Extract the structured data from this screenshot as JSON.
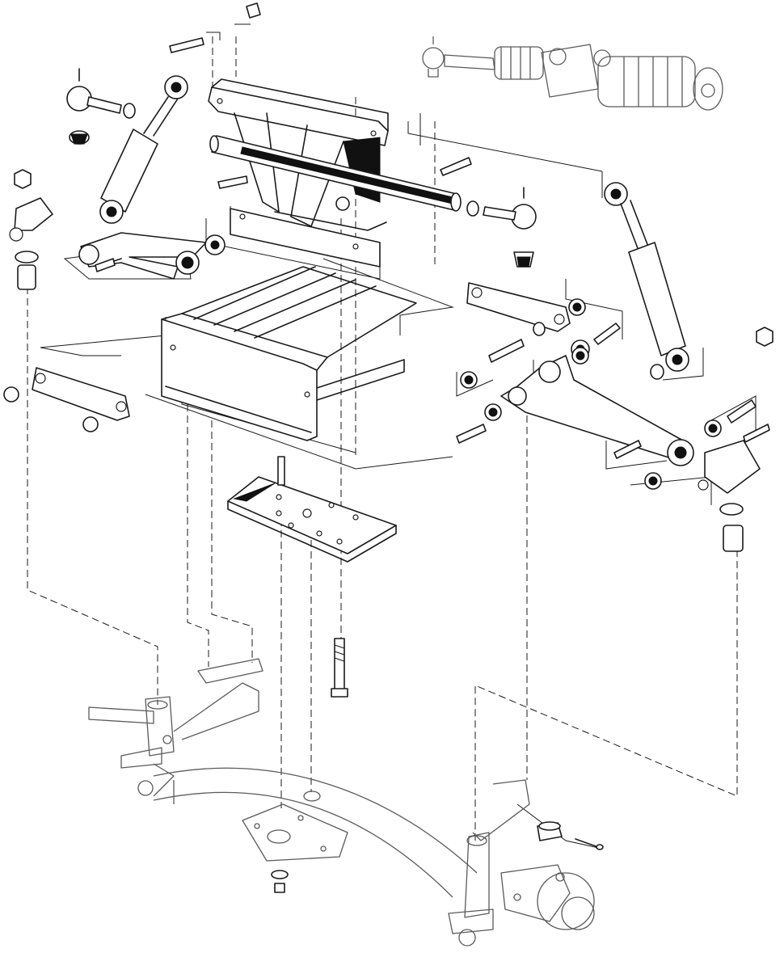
{
  "diagram": {
    "kind": "exploded-assembly",
    "style": "line-art",
    "colors": {
      "ink": "#1a1a1a",
      "leader": "#1a1a1a",
      "background": "#ffffff",
      "black_fill": "#111111"
    },
    "parts": [
      {
        "id": "steering-rack-assembly",
        "icon": "steering-rack"
      },
      {
        "id": "upper-crossmember",
        "icon": "crossmember-frame"
      },
      {
        "id": "crossmember-tube",
        "icon": "tube"
      },
      {
        "id": "left-shock-absorber",
        "icon": "shock-absorber"
      },
      {
        "id": "right-shock-absorber",
        "icon": "shock-absorber"
      },
      {
        "id": "left-tie-rod-end",
        "icon": "tie-rod-end"
      },
      {
        "id": "right-tie-rod-end",
        "icon": "tie-rod-end"
      },
      {
        "id": "left-upper-a-arm",
        "icon": "a-arm"
      },
      {
        "id": "right-upper-a-arm",
        "icon": "a-arm"
      },
      {
        "id": "left-idler-link",
        "icon": "link-bar"
      },
      {
        "id": "right-idler-link",
        "icon": "link-bar"
      },
      {
        "id": "mounting-bracket",
        "icon": "bracket"
      },
      {
        "id": "mounting-plate",
        "icon": "plate"
      },
      {
        "id": "long-bolt",
        "icon": "bolt"
      },
      {
        "id": "front-axle-beam",
        "icon": "axle-beam"
      },
      {
        "id": "left-spindle",
        "icon": "spindle"
      },
      {
        "id": "right-spindle-hub",
        "icon": "spindle-hub"
      },
      {
        "id": "castle-nut",
        "icon": "nut"
      },
      {
        "id": "cotter-pin",
        "icon": "pin"
      },
      {
        "id": "bushings",
        "icon": "bushing"
      },
      {
        "id": "washers-and-nuts",
        "icon": "hardware"
      }
    ]
  }
}
